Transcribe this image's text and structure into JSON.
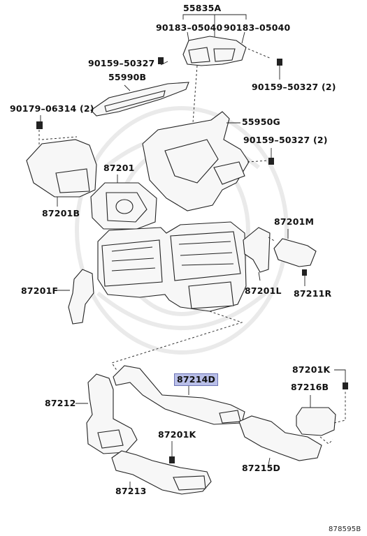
{
  "labels": {
    "p55835a": "55835A",
    "p90183a": "90183–05040",
    "p90183b": "90183–05040",
    "p90159a": "90159–50327",
    "p90159b": "90159–50327 (2)",
    "p55990b": "55990B",
    "p90179": "90179–06314 (2)",
    "p55950g": "55950G",
    "p90159c": "90159–50327 (2)",
    "p87201": "87201",
    "p87201b": "87201B",
    "p87201m": "87201M",
    "p87201f": "87201F",
    "p87201l": "87201L",
    "p87211r": "87211R",
    "p87214d": "87214D",
    "p87201k_a": "87201K",
    "p87216b": "87216B",
    "p87212": "87212",
    "p87201k_b": "87201K",
    "p87215d": "87215D",
    "p87213": "87213"
  },
  "diagram_code": "878595B",
  "colors": {
    "highlight": "#b9bfe8",
    "highlight_border": "#6c73b5",
    "line": "#222222"
  }
}
